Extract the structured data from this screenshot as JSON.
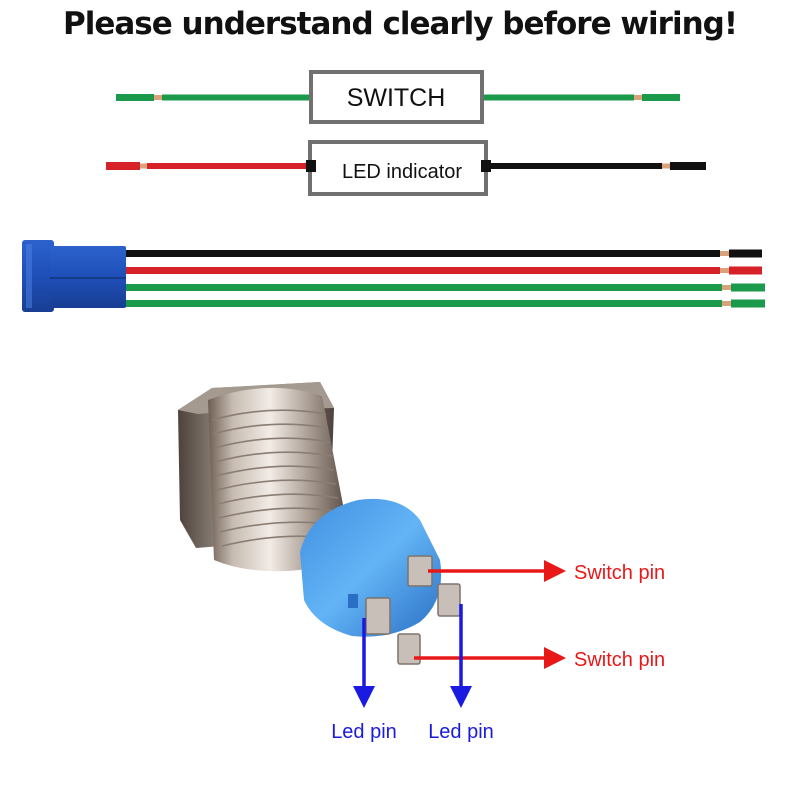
{
  "title": "Please understand clearly before wiring!",
  "switch_wire": {
    "label": "SWITCH"
  },
  "led_wire": {
    "label": "LED indicator"
  },
  "connector": {
    "wires": [
      "black",
      "red",
      "green",
      "green"
    ]
  },
  "pin_labels": {
    "switch_pin_top": "Switch pin",
    "switch_pin_bottom": "Switch pin",
    "led_pin_left": "Led pin",
    "led_pin_right": "Led pin"
  },
  "colors": {
    "wire_green": "#1a9a4a",
    "wire_red": "#d62128",
    "wire_black": "#111111",
    "connector_blue": "#1f4fb8",
    "arrow_red": "#e81818",
    "arrow_blue": "#1a1ae0",
    "label_red": "#e81818",
    "label_blue": "#1a1ae0",
    "box_border": "#707070"
  }
}
